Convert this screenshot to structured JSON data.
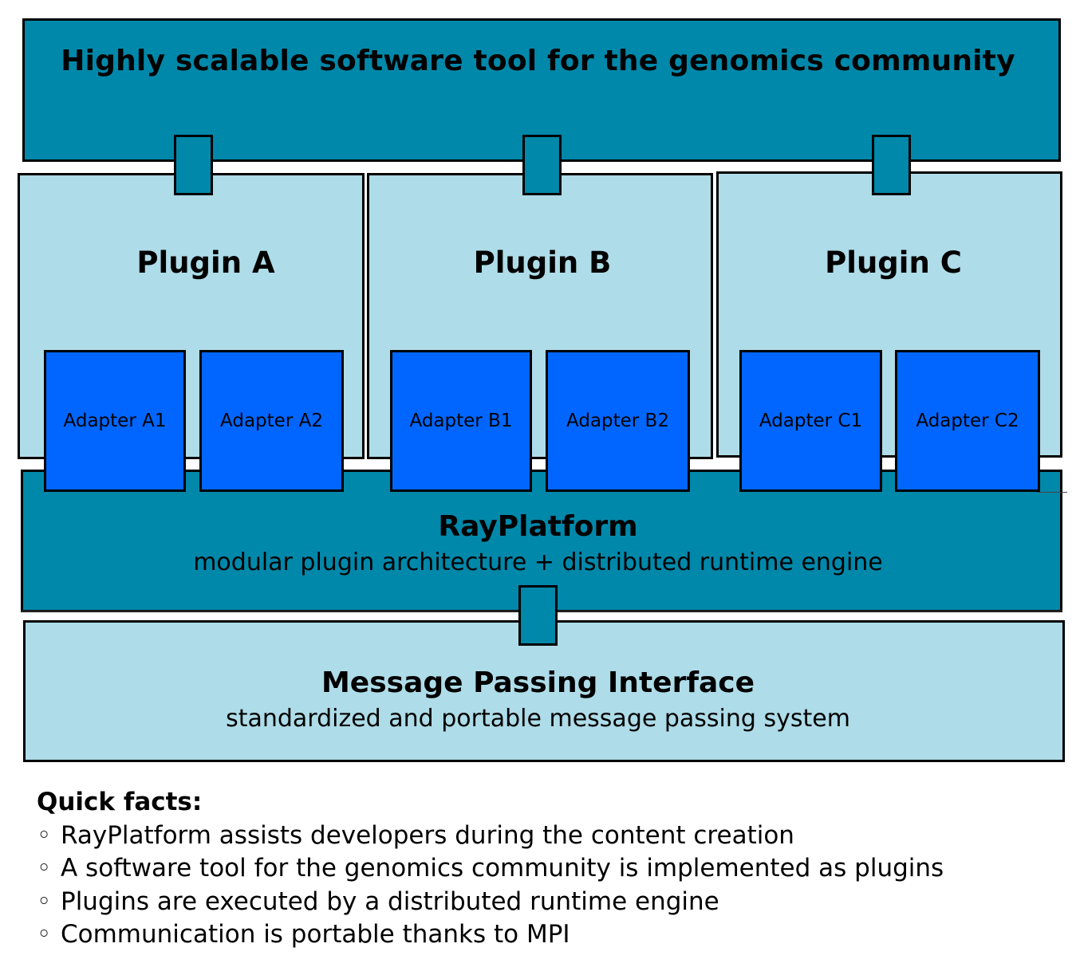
{
  "header": {
    "title": "Highly scalable software tool for the genomics community"
  },
  "plugins": [
    {
      "title": "Plugin A",
      "adapters": [
        "Adapter A1",
        "Adapter A2"
      ]
    },
    {
      "title": "Plugin B",
      "adapters": [
        "Adapter B1",
        "Adapter B2"
      ]
    },
    {
      "title": "Plugin C",
      "adapters": [
        "Adapter C1",
        "Adapter C2"
      ]
    }
  ],
  "platform": {
    "title": "RayPlatform",
    "subtitle": "modular plugin architecture + distributed runtime engine"
  },
  "mpi": {
    "title": "Message Passing Interface",
    "subtitle": "standardized and portable message passing system"
  },
  "facts": {
    "heading": "Quick facts:",
    "bullet": "◦",
    "items": [
      "RayPlatform assists developers during the content creation",
      "A software tool for the genomics community is implemented as plugins",
      "Plugins are executed by a distributed runtime engine",
      "Communication is portable thanks to MPI"
    ]
  },
  "colors": {
    "dark_teal": "#0088aa",
    "light_blue": "#aedce8",
    "adapter_blue": "#0066ff"
  }
}
